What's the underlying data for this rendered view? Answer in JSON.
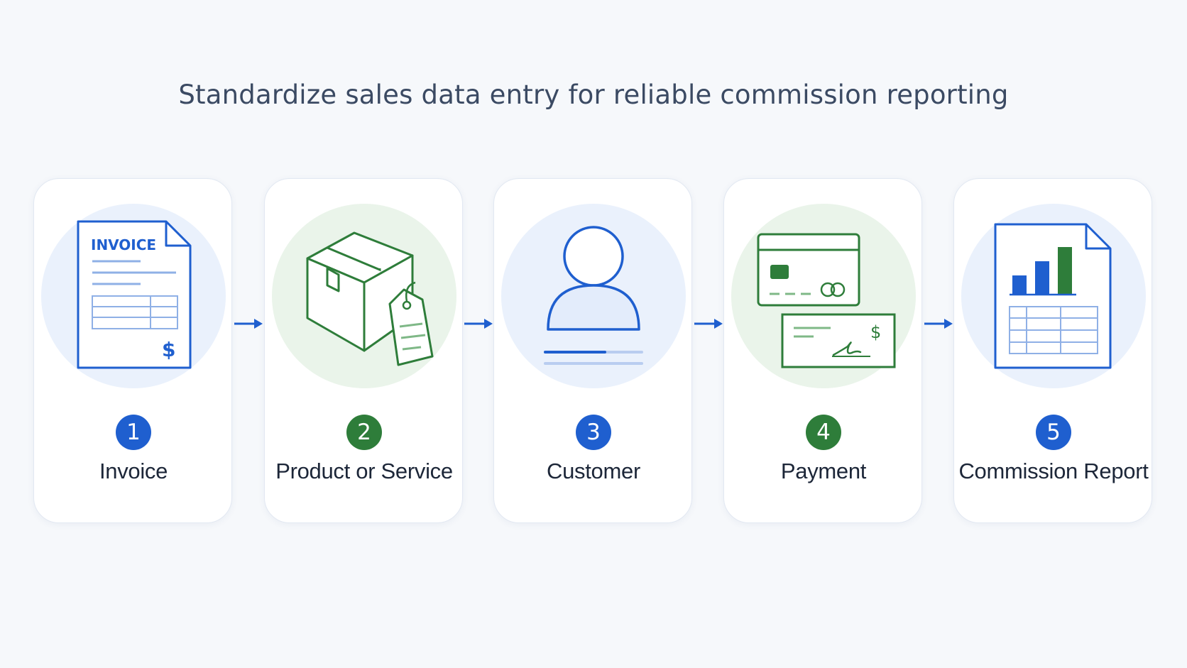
{
  "title": "Standardize sales data entry for reliable commission reporting",
  "steps": [
    {
      "number": "1",
      "label": "Invoice",
      "color": "#1f5fcf"
    },
    {
      "number": "2",
      "label": "Product or Service",
      "color": "#2e7d3a"
    },
    {
      "number": "3",
      "label": "Customer",
      "color": "#1f5fcf"
    },
    {
      "number": "4",
      "label": "Payment",
      "color": "#2e7d3a"
    },
    {
      "number": "5",
      "label": "Commission Report",
      "color": "#1f5fcf"
    }
  ],
  "icons": {
    "invoice_text": "INVOICE",
    "currency_symbol": "$"
  },
  "colors": {
    "blue": "#1f5fcf",
    "green": "#2e7d3a",
    "background": "#f6f8fb"
  }
}
